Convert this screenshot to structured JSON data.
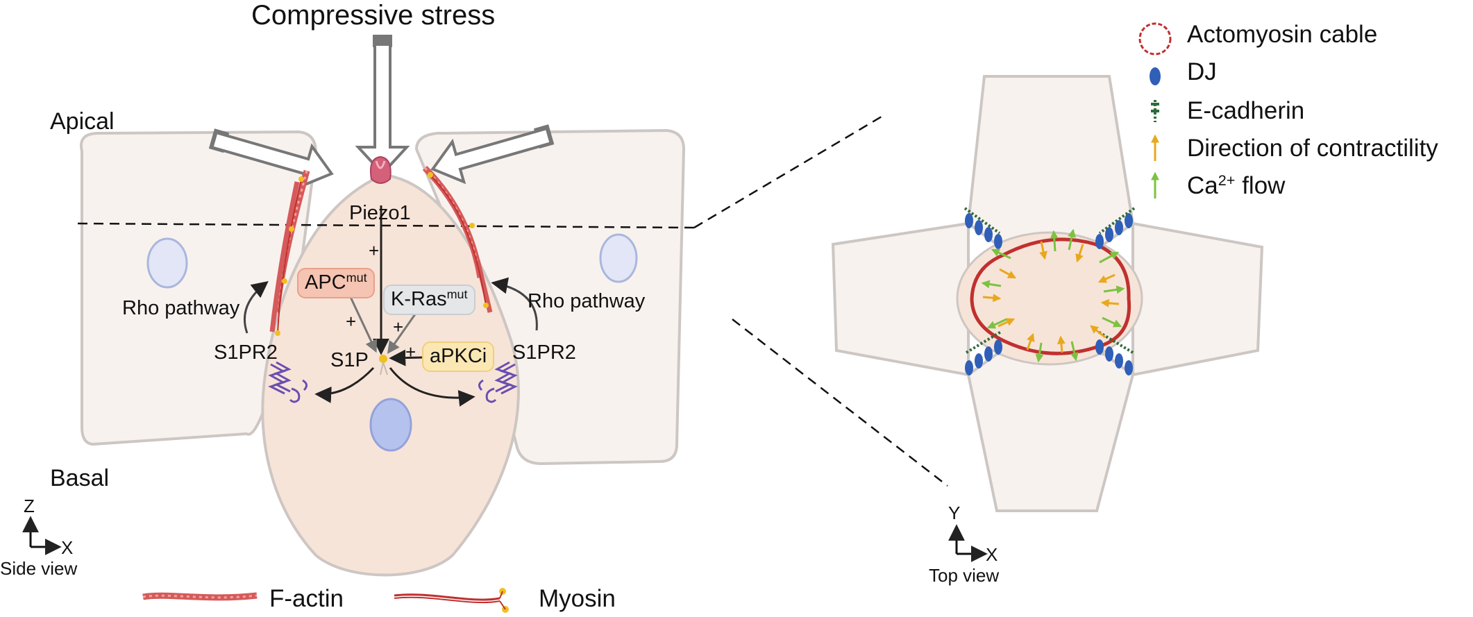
{
  "title": "Compressive stress",
  "side_view": {
    "apical": "Apical",
    "basal": "Basal",
    "piezo": "Piezo1",
    "apc": {
      "base": "APC",
      "sup": "mut"
    },
    "kras": {
      "base": "K-Ras",
      "sup": "mut"
    },
    "apkc": "aPKCi",
    "s1p": "S1P",
    "s1pr2_left": "S1PR2",
    "s1pr2_right": "S1PR2",
    "rho_left": "Rho pathway",
    "rho_right": "Rho pathway",
    "plus_signs": [
      "+",
      "+",
      "+",
      "+"
    ],
    "axis": {
      "z": "Z",
      "x": "X",
      "caption": "Side view"
    }
  },
  "bottom_legend": {
    "factin": "F-actin",
    "myosin": "Myosin"
  },
  "legend": {
    "actomyosin": "Actomyosin cable",
    "dj": "DJ",
    "ecad": "E-cadherin",
    "contractility": "Direction of contractility",
    "ca": {
      "base": "Ca",
      "sup": "2+",
      "rest": " flow"
    }
  },
  "top_view_axis": {
    "y": "Y",
    "x": "X",
    "caption": "Top view"
  },
  "colors": {
    "cell_fill": "#f8f2ef",
    "cell_stroke": "#cdc6c3",
    "center_cell": "#f7e4d8",
    "nucleus_fill": "#e2e6f6",
    "nucleus_stroke": "#aab6dc",
    "nucleus_center": "#b6c2ee",
    "actin": "#d55a5a",
    "myosin": "#c0302f",
    "myosin_head": "#f0c020",
    "piezo": "#d4607a",
    "apc_chip": "#f5c4b2",
    "kras_chip": "#e4e6e8",
    "apkc_chip": "#fbe7b3",
    "dj": "#2f5fb8",
    "ecad": "#2f6b3a",
    "contract_arrow": "#e8a81c",
    "ca_arrow": "#7cc242",
    "receptor": "#6a4fb0"
  }
}
